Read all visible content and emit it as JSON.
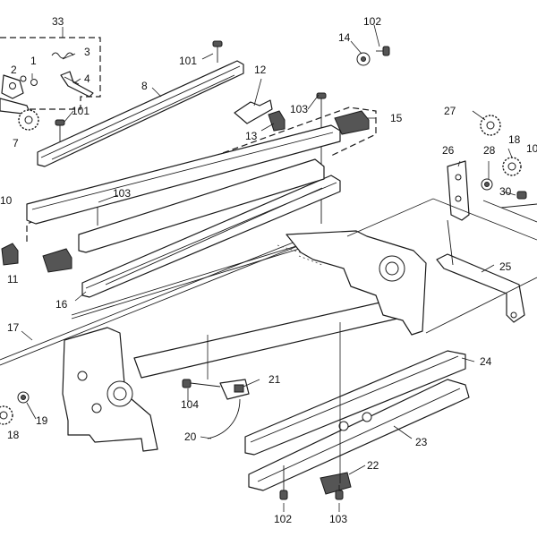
{
  "diagram": {
    "callouts": {
      "c33": "33",
      "c102a": "102",
      "c14": "14",
      "c101a": "101",
      "c3": "3",
      "c2": "2",
      "c1": "1",
      "c4": "4",
      "c8": "8",
      "c12": "12",
      "c101b": "101",
      "c7": "7",
      "c103a": "103",
      "c15": "15",
      "c13": "13",
      "c27": "27",
      "c18a": "18",
      "c10a": "10",
      "c26": "26",
      "c28": "28",
      "c30": "30",
      "c10b": "10",
      "c103b": "103",
      "c11": "11",
      "c16": "16",
      "c25": "25",
      "c17": "17",
      "c24": "24",
      "c21": "21",
      "c104": "104",
      "c19": "19",
      "c18b": "18",
      "c20": "20",
      "c23": "23",
      "c22": "22",
      "c102b": "102",
      "c103c": "103"
    }
  }
}
